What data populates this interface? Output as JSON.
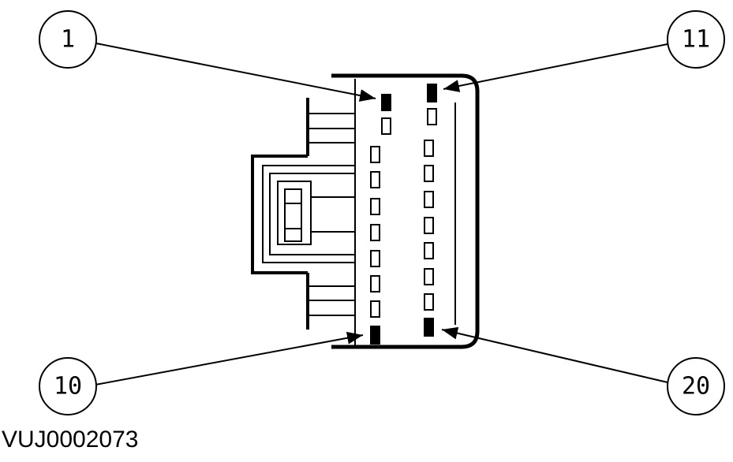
{
  "callouts": [
    {
      "id": "pin-1",
      "label": "1"
    },
    {
      "id": "pin-11",
      "label": "11"
    },
    {
      "id": "pin-10",
      "label": "10"
    },
    {
      "id": "pin-20",
      "label": "20"
    }
  ],
  "figure_id": "VUJ0002073",
  "colors": {
    "ink": "#000000",
    "background": "#ffffff"
  }
}
